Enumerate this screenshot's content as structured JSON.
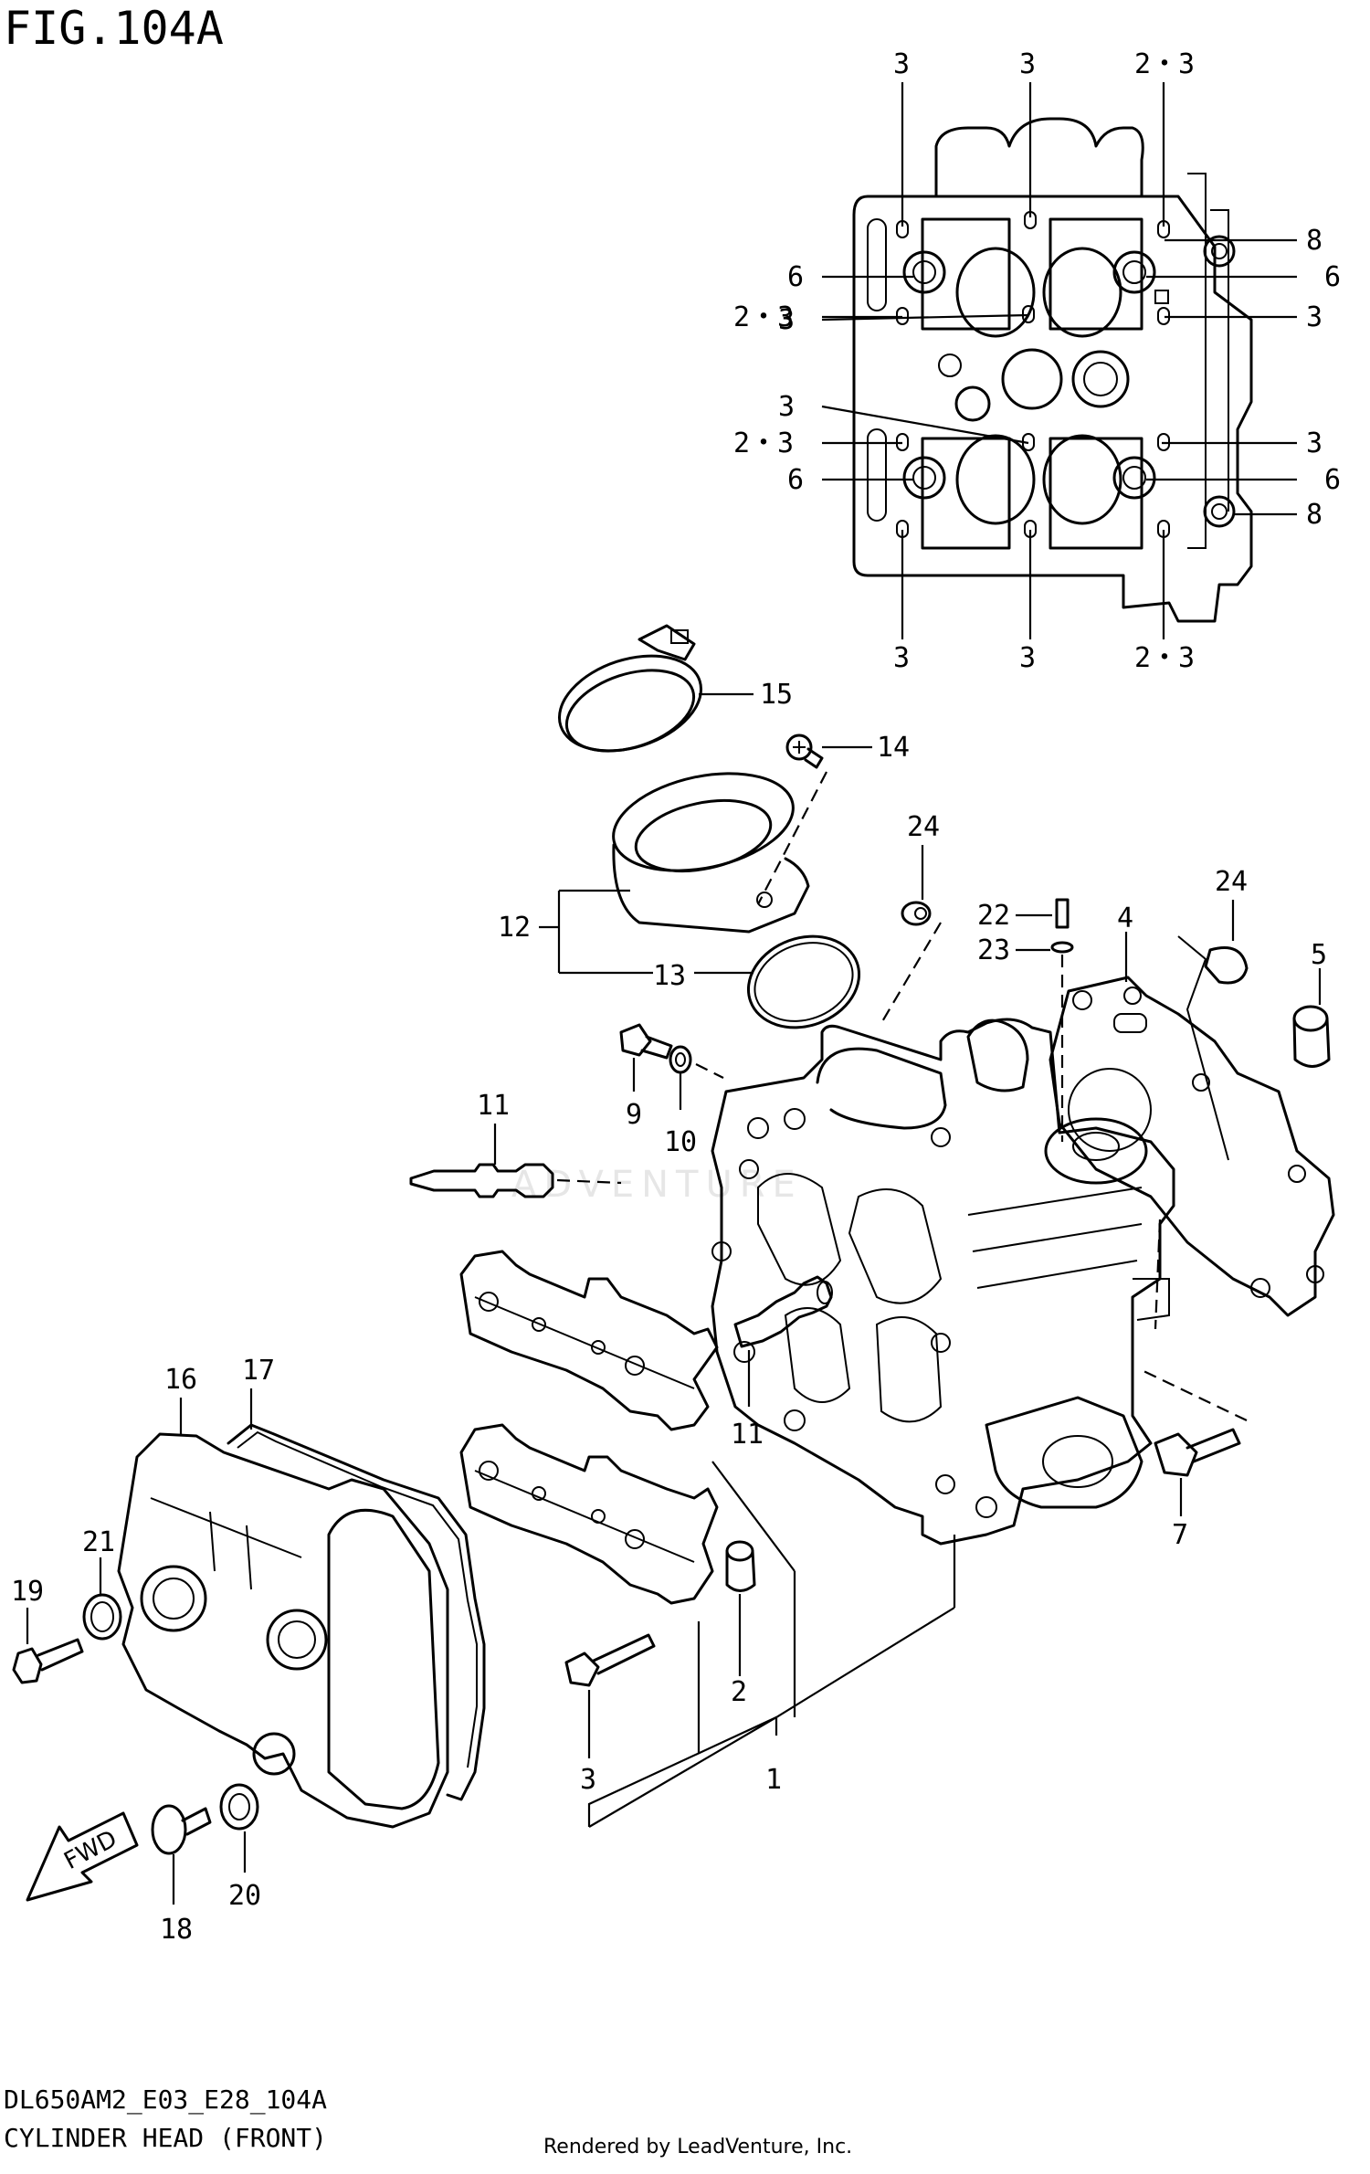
{
  "figure_id": "FIG.104A",
  "drawing_code": "DL650AM2_E03_E28_104A",
  "caption": "CYLINDER HEAD (FRONT)",
  "credit": "Rendered by LeadVenture, Inc.",
  "watermark": "ADVENTURE",
  "fwd_label": "FWD",
  "callouts": {
    "top_3a": "3",
    "top_3b": "3",
    "top_23": "2・3",
    "r_8a": "8",
    "r_6a": "6",
    "r_3a": "3",
    "r_3b": "3",
    "r_6b": "6",
    "r_8b": "8",
    "l_6a": "6",
    "l_23a": "2・3",
    "l_3a": "3",
    "l_3b": "3",
    "l_23b": "2・3",
    "l_6b": "6",
    "bot_3a": "3",
    "bot_3b": "3",
    "bot_23": "2・3",
    "p15": "15",
    "p14": "14",
    "p24a": "24",
    "p24b": "24",
    "p22": "22",
    "p23": "23",
    "p4": "4",
    "p5": "5",
    "p12": "12",
    "p13": "13",
    "p9": "9",
    "p10": "10",
    "p11a": "11",
    "p11b": "11",
    "p16": "16",
    "p17": "17",
    "p21": "21",
    "p19": "19",
    "p7": "7",
    "p2": "2",
    "p3": "3",
    "p1": "1",
    "p18": "18",
    "p20": "20"
  }
}
